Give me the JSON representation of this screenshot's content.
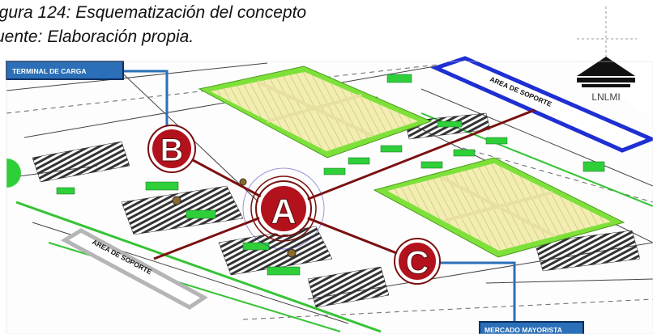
{
  "caption": {
    "line1": "igura 124: Esquematización del concepto",
    "line2": "uente: Elaboración propia."
  },
  "labels": {
    "terminal_carga": "TERMINAL DE CARGA",
    "area_soporte_top": "AREA DE SOPORTE",
    "area_soporte_bottom": "AREA DE SOPORTE",
    "mercado_mayorista": "MERCADO MAYORISTA"
  },
  "nodes": {
    "a": "A",
    "b": "B",
    "c": "C"
  },
  "logo_text": "LNLMI",
  "colors": {
    "accent_blue": "#2a6fb8",
    "node_red": "#b3121d",
    "connector_red": "#7a1010",
    "lawn_green": "#7ee13a",
    "field_yellow": "#f2edb0",
    "support_area_blue": "#1f2fd1"
  }
}
